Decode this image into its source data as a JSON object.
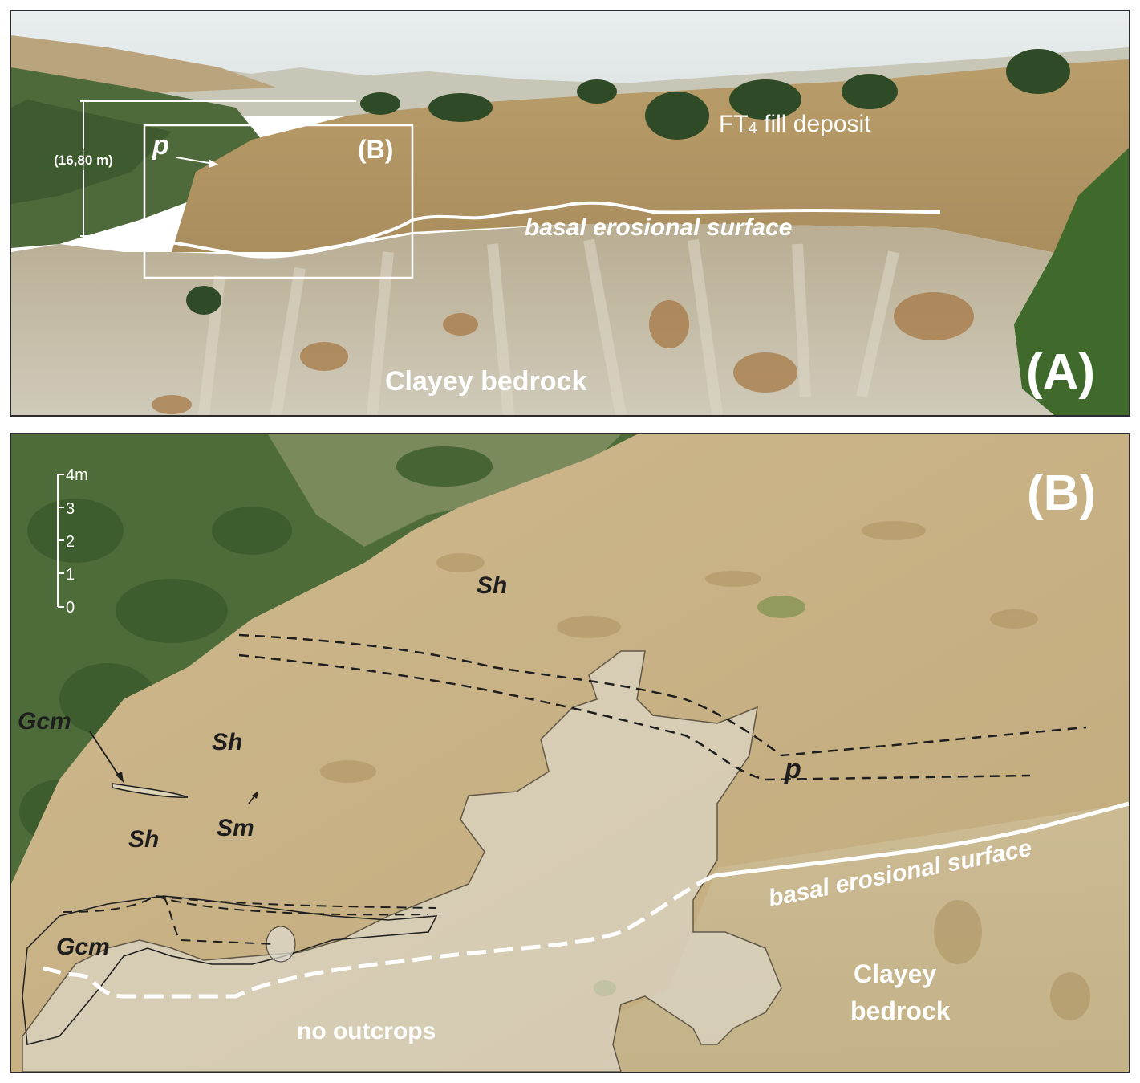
{
  "panel_a": {
    "panel_label": "(A)",
    "inset_label": "(B)",
    "height_label": "(16,80 m)",
    "marker_p": "p",
    "fill_label_prefix": "FT",
    "fill_label_sub": "4",
    "fill_label_suffix": " fill deposit",
    "surface_label": "basal erosional surface",
    "bedrock_label": "Clayey bedrock"
  },
  "panel_b": {
    "panel_label": "(B)",
    "scale": {
      "ticks": [
        "0",
        "1",
        "2",
        "3",
        "4m"
      ]
    },
    "facies": {
      "sh_top": "Sh",
      "sh_mid": "Sh",
      "sh_low": "Sh",
      "sm": "Sm",
      "gcm_upper": "Gcm",
      "gcm_lower": "Gcm",
      "p": "p"
    },
    "surface_label": "basal erosional surface",
    "bedrock_line1": "Clayey",
    "bedrock_line2": "bedrock",
    "no_outcrops": "no outcrops"
  }
}
